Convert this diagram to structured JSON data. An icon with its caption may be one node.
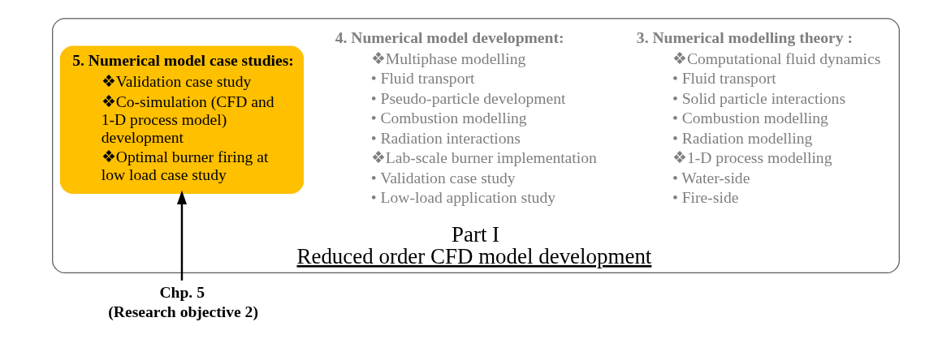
{
  "diagram": {
    "nodes": [
      {
        "text": [
          "Part I",
          "Reduced order CFD model development"
        ]
      },
      {
        "text": [
          "3. Numerical modelling theory :",
          "❖Computational fluid dynamics",
          "• Fluid transport",
          "• Solid particle interactions",
          "• Combustion modelling",
          "• Radiation modelling",
          "❖1-D process modelling",
          "• Water-side",
          "• Fire-side"
        ],
        "in": 0
      },
      {
        "text": [
          "4. Numerical model development:",
          "❖Multiphase modelling",
          "• Fluid transport",
          "• Pseudo-particle development",
          "• Combustion modelling",
          "• Radiation interactions",
          "❖Lab-scale burner implementation",
          "• Validation case study",
          "• Low-load application study"
        ],
        "in": 0
      },
      {
        "text": [
          "5. Numerical model case studies:",
          "❖Validation case study",
          "❖Co-simulation (CFD and 1-D process model) development",
          "❖Optimal burner firing at low load case study"
        ],
        "in": 0
      },
      {
        "text": [
          "Chp. 5",
          "(Research objective 2)"
        ]
      }
    ],
    "edges": [
      {
        "from": 4,
        "to": 3,
        "arrow": "to"
      }
    ]
  }
}
